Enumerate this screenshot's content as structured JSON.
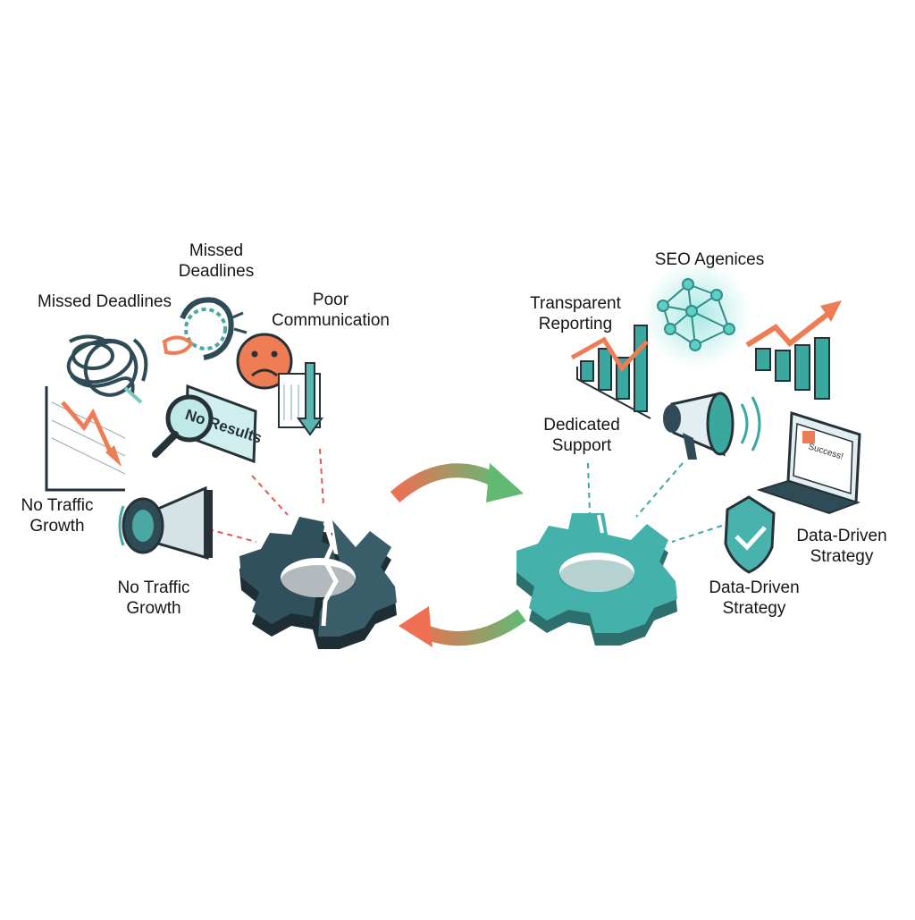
{
  "colors": {
    "problem_gear": "#2f4a55",
    "solution_gear": "#44b1aa",
    "dark_stroke": "#263238",
    "teal": "#48b3ad",
    "teal_light": "#bfe9e6",
    "alert_red": "#e46048",
    "orange": "#ee7c54",
    "arrow_start": "#ee6f52",
    "arrow_end": "#62b974",
    "dash_red": "#e05a4a",
    "dash_teal": "#3aa89e"
  },
  "problems": {
    "missed_deadlines_top": [
      "Missed",
      "Deadlines"
    ],
    "missed_deadlines_left": "Missed Deadlines",
    "poor_communication": [
      "Poor",
      "Communication"
    ],
    "no_traffic_growth_upper": [
      "No Traffic",
      "Growth"
    ],
    "no_traffic_growth_lower": [
      "No Traffic",
      "Growth"
    ],
    "no_results_sign": "No Results"
  },
  "solutions": {
    "seo_agencies": "SEO Agenices",
    "transparent_reporting": [
      "Transparent",
      "Reporting"
    ],
    "dedicated_support": [
      "Dedicated",
      "Support"
    ],
    "data_driven_strategy_right": [
      "Data-Driven",
      "Strategy"
    ],
    "data_driven_strategy_lower": [
      "Data-Driven",
      "Strategy"
    ],
    "laptop_screen_text": "Success!"
  },
  "icons": [
    "tangled-wires-icon",
    "broken-clock-icon",
    "sad-face-icon",
    "declining-chart-icon",
    "magnifier-icon",
    "megaphone-icon",
    "broken-gear-icon",
    "repaired-gear-icon",
    "cycle-arrows-icon",
    "network-icon",
    "growth-chart-icon",
    "shield-check-icon",
    "laptop-icon"
  ]
}
